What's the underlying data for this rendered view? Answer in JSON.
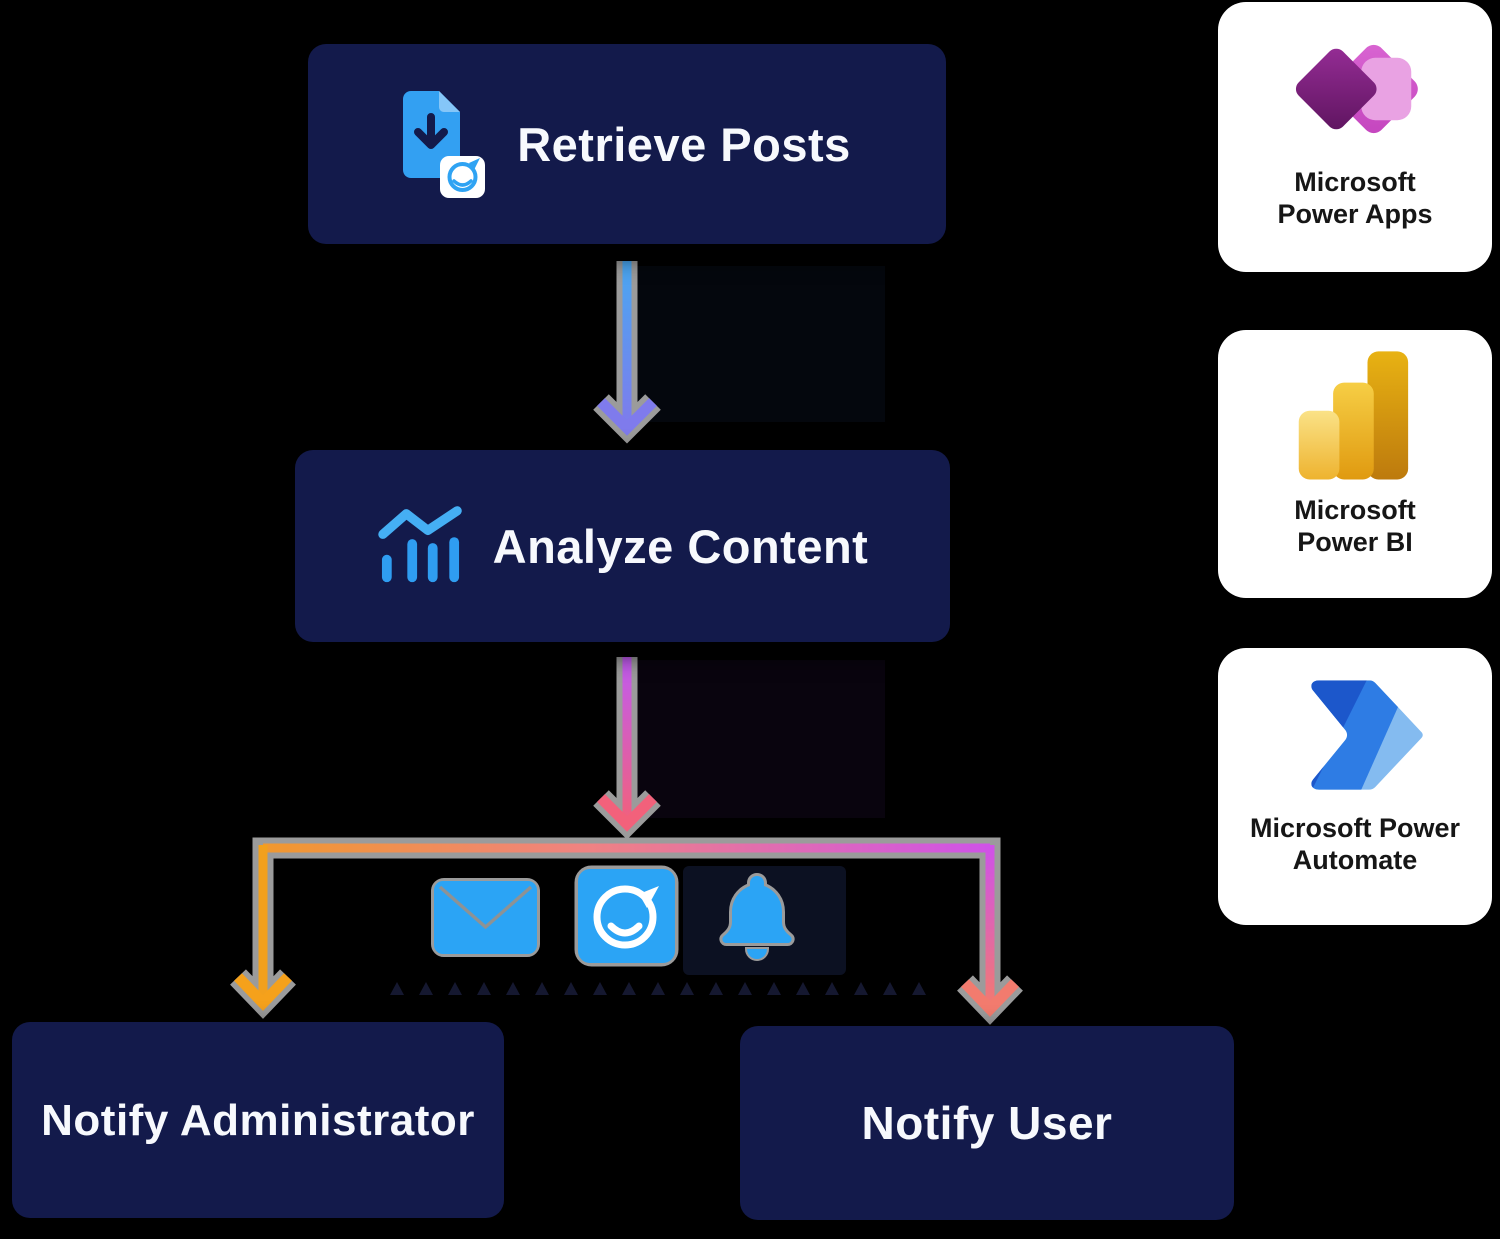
{
  "flow": {
    "retrieve": {
      "label": "Retrieve Posts",
      "icon": "document-download-icon"
    },
    "analyze": {
      "label": "Analyze Content",
      "icon": "bar-chart-trend-icon"
    },
    "notify_admin": {
      "label": "Notify Administrator"
    },
    "notify_user": {
      "label": "Notify User"
    },
    "channel_icons": [
      "envelope-icon",
      "social-logo-icon",
      "bell-icon"
    ]
  },
  "integrations": [
    {
      "id": "power-apps",
      "icon": "power-apps-logo",
      "lines": [
        "Microsoft",
        "Power Apps"
      ]
    },
    {
      "id": "power-bi",
      "icon": "power-bi-logo",
      "lines": [
        "Microsoft",
        "Power BI"
      ]
    },
    {
      "id": "power-automate",
      "icon": "power-automate-logo",
      "lines": [
        "Microsoft Power",
        "Automate"
      ]
    }
  ],
  "colors": {
    "background": "#000000",
    "node_fill": "#131A4B",
    "node_text": "#F7F9FD",
    "card_fill": "#FFFFFF",
    "card_text": "#161616",
    "icon_blue": "#2BA4F5",
    "halo_gray": "#9B9B9B",
    "arrow1_top": "#49A7F1",
    "arrow1_bottom": "#7F7BEC",
    "arrow2_top": "#C05BF0",
    "arrow2_bottom": "#F2617B",
    "branch_left_orange": "#F2A01D",
    "branch_mid_pink": "#EF8283",
    "branch_right_purple": "#CF52E8",
    "branch_right_salmon": "#F27B6E"
  }
}
